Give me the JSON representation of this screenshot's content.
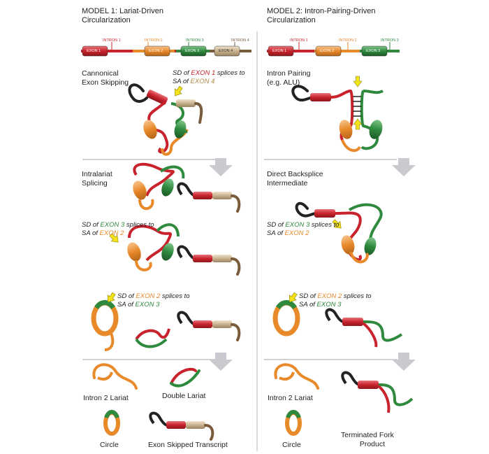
{
  "colors": {
    "exon1": "#c8232c",
    "exon2": "#e8892a",
    "exon3": "#2f8a3e",
    "exon4": "#c9b28e",
    "intron_dark": "#222222",
    "intron_end": "#7a5b3c",
    "divider": "#b8b8b8",
    "arrow": "#c9c9cf",
    "pointer": "#f3e21a"
  },
  "model1": {
    "title_line1": "MODEL 1: Lariat-Driven",
    "title_line2": "Circularization",
    "gene": {
      "exons": [
        "EXON 1",
        "EXON 2",
        "EXON 3",
        "EXON 4"
      ],
      "introns": [
        "INTRON 1",
        "INTRON 2",
        "INTRON 3",
        "INTRON 4"
      ]
    },
    "step1": {
      "label_line1": "Cannonical",
      "label_line2": "Exon Skipping",
      "note": {
        "line1_pre": "SD of ",
        "line1_exon": "EXON 1",
        "line1_post": " splices to",
        "line2_pre": "SA of ",
        "line2_exon": "EXON 4"
      }
    },
    "step2": {
      "label_line1": "Intralariat",
      "label_line2": "Splicing",
      "note": {
        "line1_pre": "SD of ",
        "line1_exon": "EXON 3",
        "line1_post": " splices to",
        "line2_pre": "SA of ",
        "line2_exon": "EXON 2"
      }
    },
    "step3": {
      "note": {
        "line1_pre": "SD of ",
        "line1_exon": "EXON 2",
        "line1_post": " splices to",
        "line2_pre": "SA of ",
        "line2_exon": "EXON 3"
      }
    },
    "products": [
      "Intron 2 Lariat",
      "Double Lariat",
      "Circle",
      "Exon Skipped Transcript"
    ]
  },
  "model2": {
    "title_line1": "MODEL 2:  Intron-Pairing-Driven",
    "title_line2": "Circularization",
    "gene": {
      "exons": [
        "EXON 1",
        "EXON 2",
        "EXON 3"
      ],
      "introns": [
        "INTRON 1",
        "INTRON 2",
        "INTRON 3"
      ]
    },
    "step1": {
      "label_line1": "Intron Pairing",
      "label_line2": "(e.g. ALU)"
    },
    "step2": {
      "label_line1": "Direct Backsplice",
      "label_line2": "Intermediate",
      "note": {
        "line1_pre": "SD of ",
        "line1_exon": "EXON 3",
        "line1_post": " splices to",
        "line2_pre": "SA of ",
        "line2_exon": "EXON 2"
      }
    },
    "step3": {
      "note": {
        "line1_pre": "SD of ",
        "line1_exon": "EXON 2",
        "line1_post": " splices to",
        "line2_pre": "SA of ",
        "line2_exon": "EXON 3"
      }
    },
    "products": [
      "Intron 2 Lariat",
      "Circle",
      "Terminated Fork",
      "Product"
    ]
  }
}
